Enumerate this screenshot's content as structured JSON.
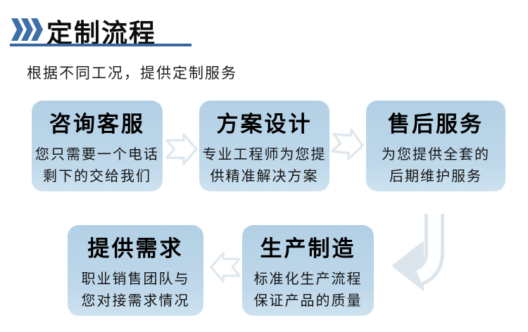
{
  "header": {
    "title": "定制流程",
    "subtitle": "根据不同工况，提供定制服务"
  },
  "steps": [
    {
      "id": "consult",
      "title": "咨询客服",
      "lines": [
        "您只需要一个电话",
        "剩下的交给我们"
      ]
    },
    {
      "id": "design",
      "title": "方案设计",
      "lines": [
        "专业工程师为您提",
        "供精准解决方案"
      ]
    },
    {
      "id": "aftersale",
      "title": "售后服务",
      "lines": [
        "为您提供全套的",
        "后期维护服务"
      ]
    },
    {
      "id": "requirements",
      "title": "提供需求",
      "lines": [
        "职业销售团队与",
        "您对接需求情况"
      ]
    },
    {
      "id": "production",
      "title": "生产制造",
      "lines": [
        "标准化生产流程",
        "保证产品的质量"
      ]
    }
  ],
  "icons": {
    "chevrons": "triple-chevron-right",
    "arrow_right": "block-arrow-right-outline",
    "arrow_left": "block-arrow-left-outline",
    "arrow_down_left": "ribbon-arrow-down-left"
  },
  "colors": {
    "accent_blue": "#3d6fa8",
    "underline_blue": "#38669f",
    "card_fill": "#b9d5e8",
    "arrow_outline": "#dfe8ee",
    "ribbon_fill": "#dce5eb",
    "text_primary": "#0d0d0d"
  }
}
